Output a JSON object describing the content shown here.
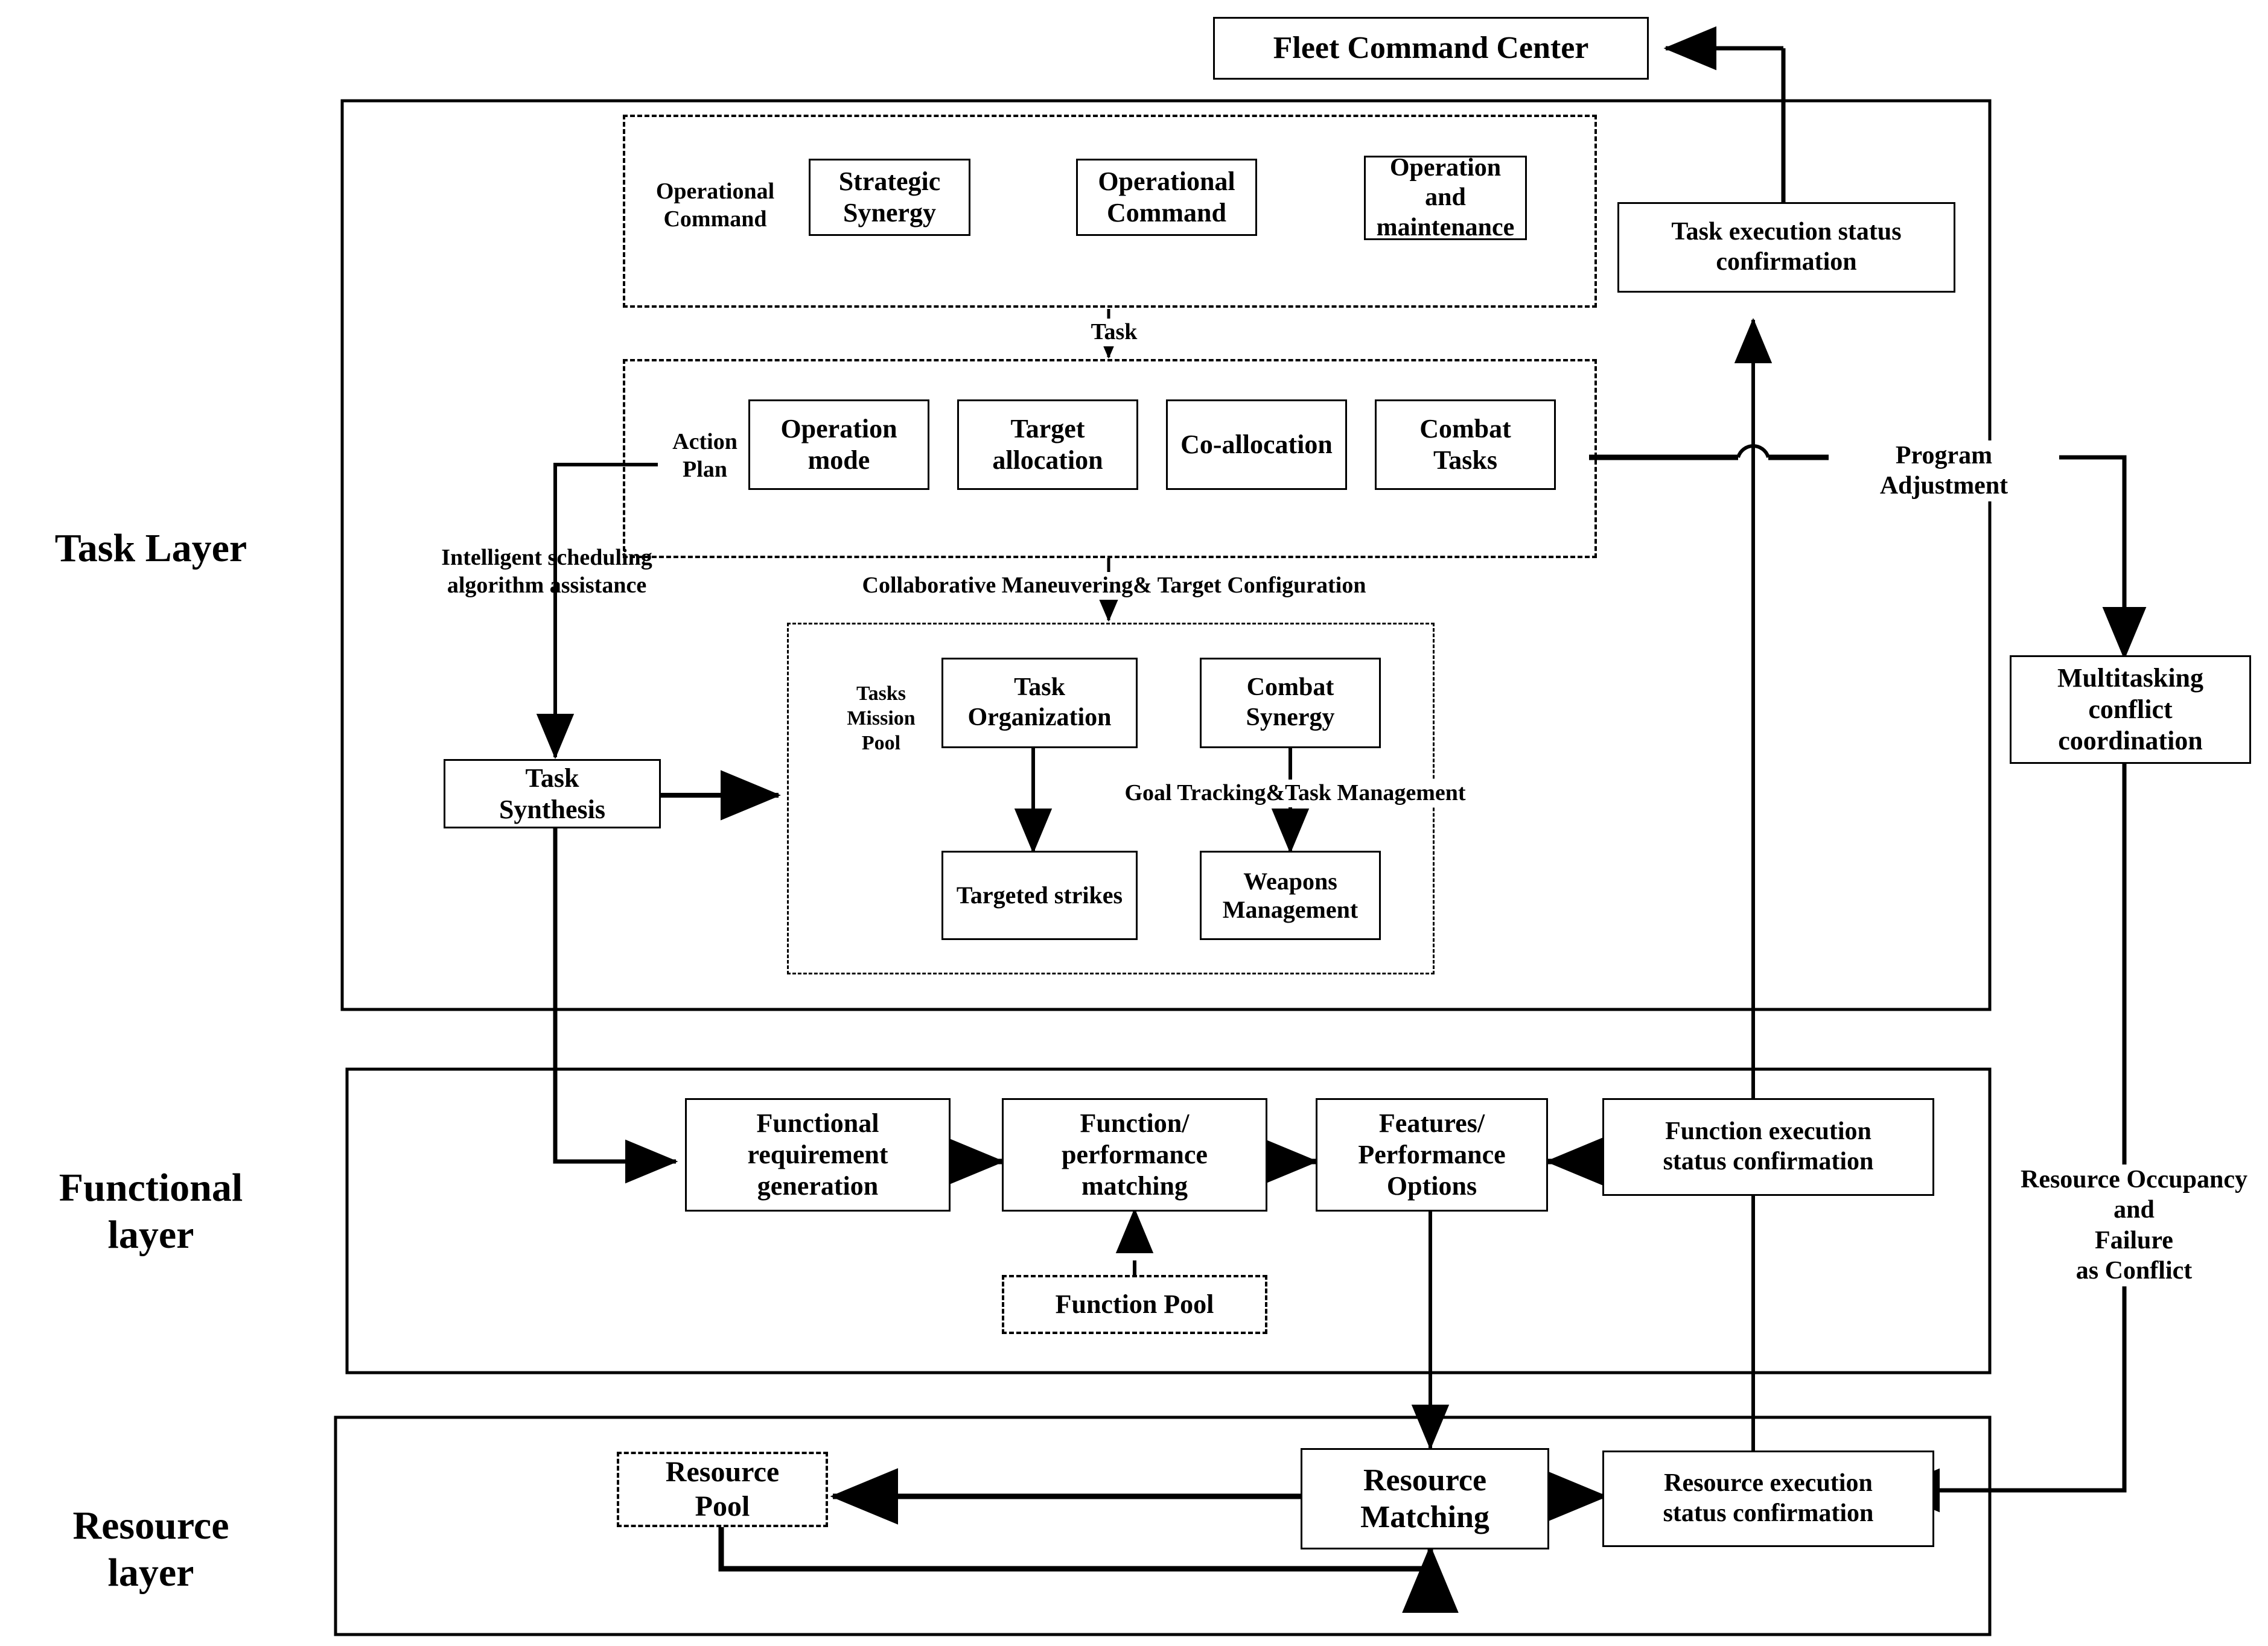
{
  "diagram": {
    "title": "Fleet Command Center",
    "layers": [
      {
        "name": "Task Layer",
        "label": "Task Layer"
      },
      {
        "name": "Functional layer",
        "label": "Functional\nlayer"
      },
      {
        "name": "Resource layer",
        "label": "Resource\nlayer"
      }
    ],
    "top_node": {
      "label": "Fleet Command Center"
    },
    "operational_command_group": {
      "group_label": "Operational\nCommand",
      "nodes": [
        {
          "label": "Strategic\nSynergy"
        },
        {
          "label": "Operational\nCommand"
        },
        {
          "label": "Operation\nand\nmaintenance"
        }
      ]
    },
    "action_plan_group": {
      "group_label": "Action\nPlan",
      "nodes": [
        {
          "label": "Operation\nmode"
        },
        {
          "label": "Target\nallocation"
        },
        {
          "label": "Co-allocation"
        },
        {
          "label": "Combat\nTasks"
        }
      ]
    },
    "tasks_mission_pool_group": {
      "group_label": "Tasks\nMission\nPool",
      "nodes": [
        {
          "label": "Task\nOrganization"
        },
        {
          "label": "Combat\nSynergy"
        },
        {
          "label": "Targeted strikes"
        },
        {
          "label": "Weapons\nManagement"
        }
      ]
    },
    "task_synthesis": {
      "label": "Task\nSynthesis"
    },
    "task_exec_status": {
      "label": "Task execution status\nconfirmation"
    },
    "multitasking_conflict": {
      "label": "Multitasking\nconflict\ncoordination"
    },
    "functional_nodes": [
      {
        "label": "Functional\nrequirement\ngeneration"
      },
      {
        "label": "Function/\nperformance\nmatching"
      },
      {
        "label": "Features/\nPerformance\nOptions"
      },
      {
        "label": "Function execution\nstatus confirmation"
      }
    ],
    "function_pool": {
      "label": "Function Pool"
    },
    "resource_nodes": [
      {
        "label": "Resource\nPool"
      },
      {
        "label": "Resource\nMatching"
      },
      {
        "label": "Resource execution\nstatus confirmation"
      }
    ],
    "edge_labels": [
      {
        "id": "task",
        "label": "Task"
      },
      {
        "id": "collaborative",
        "label": "Collaborative Maneuvering& Target Configuration"
      },
      {
        "id": "goal-tracking",
        "label": "Goal Tracking&Task Management"
      },
      {
        "id": "intelligent-scheduling",
        "label": "Intelligent scheduling\nalgorithm assistance"
      },
      {
        "id": "program-adjustment",
        "label": "Program Adjustment"
      },
      {
        "id": "resource-occupancy",
        "label": "Resource Occupancy\nand\nFailure\nas Conflict"
      }
    ],
    "colors": {
      "stroke": "#000000",
      "background": "#ffffff"
    }
  }
}
